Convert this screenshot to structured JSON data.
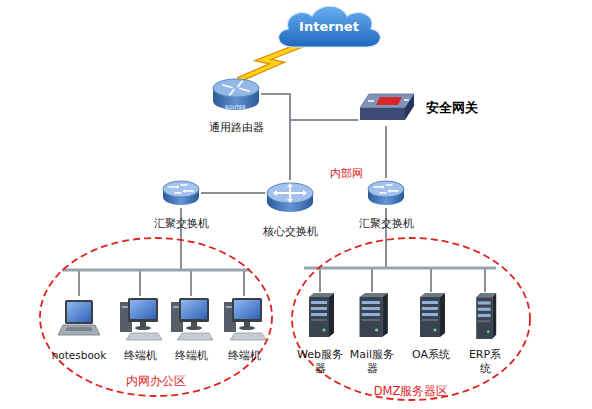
{
  "diagram": {
    "nodes": [
      {
        "text": [
          "Internet"
        ]
      },
      {
        "text": [
          "通用路由器"
        ]
      },
      {
        "text": [
          "安全网关"
        ]
      },
      {
        "text": [
          "汇聚交换机"
        ]
      },
      {
        "text": [
          "核心交换机"
        ]
      },
      {
        "text": [
          "汇聚交换机"
        ]
      },
      {
        "text": [
          "内网办公区"
        ]
      },
      {
        "text": [
          "notesbook"
        ],
        "in": 6
      },
      {
        "text": [
          "终端机"
        ],
        "in": 6
      },
      {
        "text": [
          "终端机"
        ],
        "in": 6
      },
      {
        "text": [
          "终端机"
        ],
        "in": 6
      },
      {
        "text": [
          "DMZ服务器区"
        ]
      },
      {
        "text": [
          "Web服务器"
        ],
        "in": 11
      },
      {
        "text": [
          "Mail服务器"
        ],
        "in": 11
      },
      {
        "text": [
          "OA系统"
        ],
        "in": 11
      },
      {
        "text": [
          "ERP系统"
        ],
        "in": 11
      }
    ],
    "edges": [
      {
        "from": 0,
        "to": 1,
        "arrow": "none"
      },
      {
        "from": 1,
        "to": 2,
        "arrow": "none"
      },
      {
        "from": 2,
        "to": 4,
        "arrow": "none"
      },
      {
        "from": 2,
        "to": 5,
        "arrow": "none"
      },
      {
        "from": 3,
        "to": 4,
        "arrow": "none"
      },
      {
        "from": 3,
        "to": 7,
        "arrow": "none"
      },
      {
        "from": 3,
        "to": 8,
        "arrow": "none"
      },
      {
        "from": 3,
        "to": 9,
        "arrow": "none"
      },
      {
        "from": 3,
        "to": 10,
        "arrow": "none"
      },
      {
        "from": 5,
        "to": 12,
        "arrow": "none"
      },
      {
        "from": 5,
        "to": 13,
        "arrow": "none"
      },
      {
        "from": 5,
        "to": 14,
        "arrow": "none"
      },
      {
        "from": 5,
        "to": 15,
        "arrow": "none"
      }
    ],
    "labels": [
      "内部网",
      "ROUTER"
    ]
  }
}
